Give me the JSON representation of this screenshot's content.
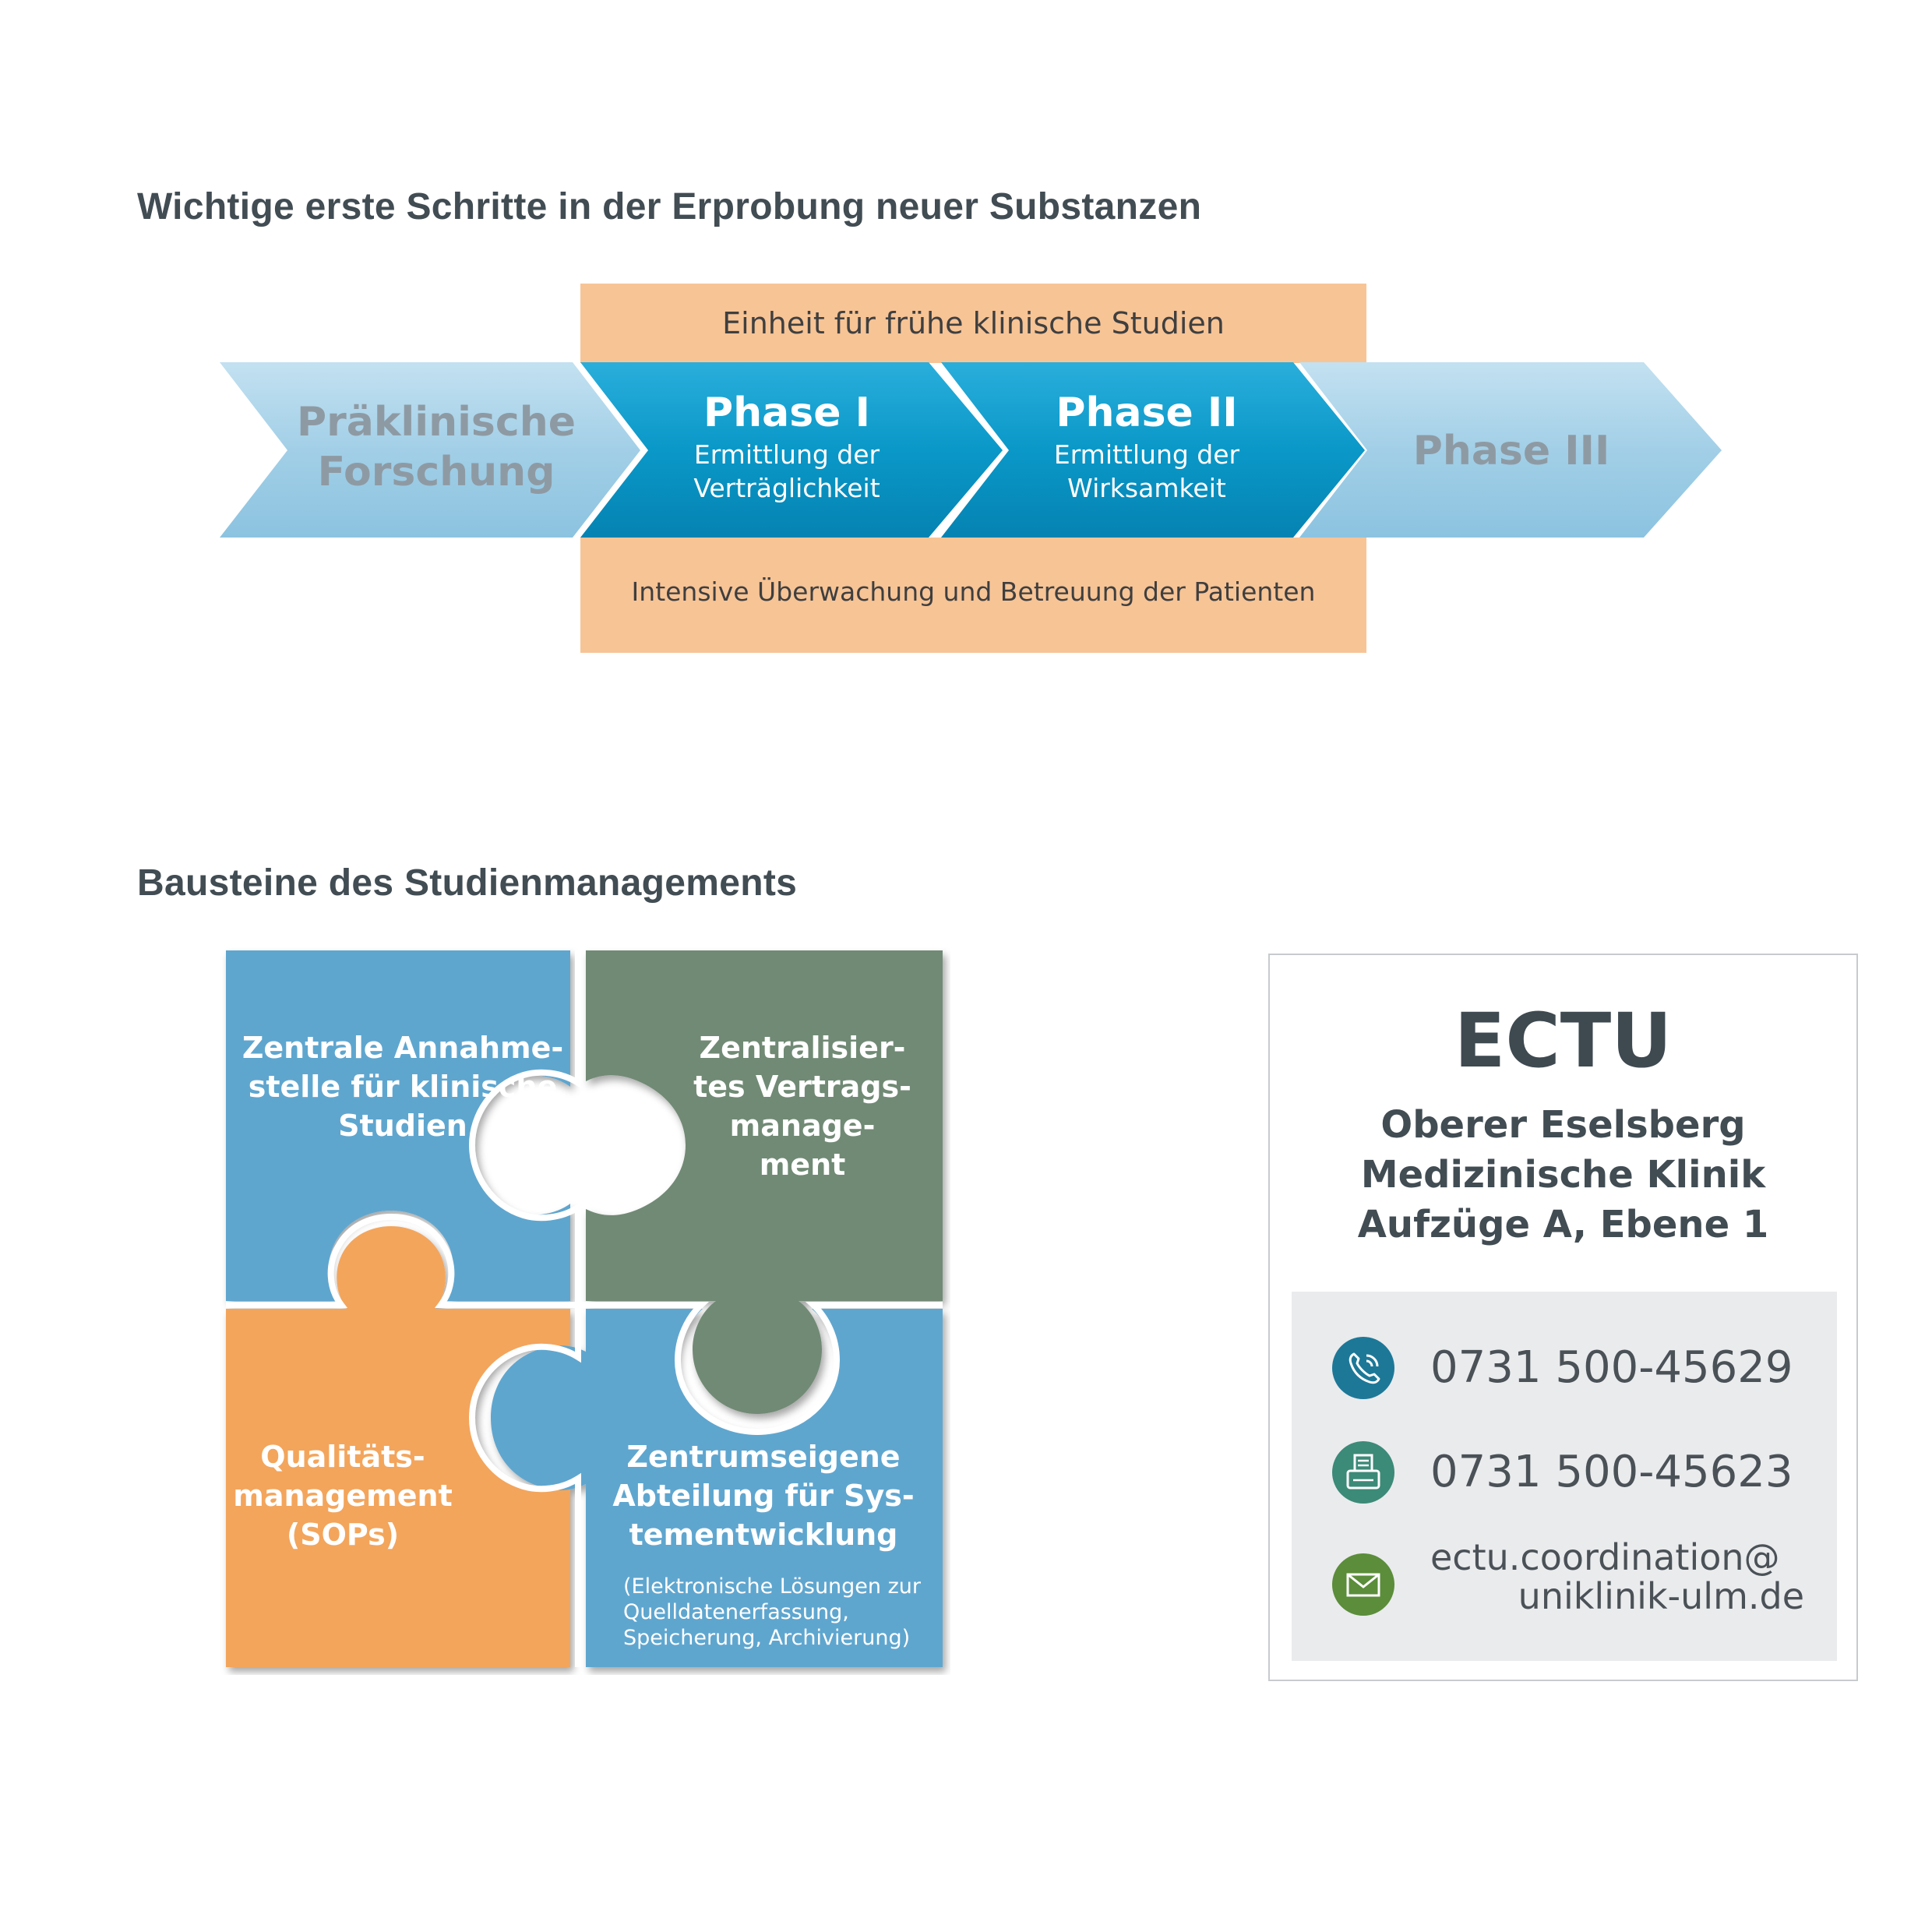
{
  "section1": {
    "title": "Wichtige erste Schritte in der Erprobung neuer Substanzen",
    "unit_label": "Einheit für frühe klinische Studien",
    "monitoring_label": "Intensive Überwachung und Betreuung der Patienten",
    "steps": [
      {
        "title_line1": "Präklinische",
        "title_line2": "Forschung"
      },
      {
        "title": "Phase I",
        "sub_line1": "Ermittlung der",
        "sub_line2": "Verträglichkeit"
      },
      {
        "title": "Phase II",
        "sub_line1": "Ermittlung der",
        "sub_line2": "Wirksamkeit"
      },
      {
        "title": "Phase III"
      }
    ]
  },
  "section2": {
    "title": "Bausteine des Studienmanagements",
    "pieces": [
      {
        "line1": "Zentrale Annahme-",
        "line2": "stelle für klinische",
        "line3": "Studien",
        "color": "#5fa6cf"
      },
      {
        "line1": "Zentralisier-",
        "line2": "tes Vertrags-",
        "line3": "manage-",
        "line4": "ment",
        "color": "#718a74"
      },
      {
        "line1": "Qualitäts-",
        "line2": "management",
        "line3": "(SOPs)",
        "color": "#f3a55b"
      },
      {
        "line1": "Zentrumseigene",
        "line2": "Abteilung für Sys-",
        "line3": "tementwicklung",
        "note1": "(Elektronische Lösungen zur",
        "note2": "Quelldatenerfassung,",
        "note3": "Speicherung, Archivierung)",
        "color": "#5fa6cf"
      }
    ]
  },
  "contact": {
    "title": "ECTU",
    "address_line1": "Oberer Eselsberg",
    "address_line2": "Medizinische Klinik",
    "address_line3": "Aufzüge A, Ebene 1",
    "phone": "0731 500-45629",
    "fax": "0731 500-45623",
    "email_line1": "ectu.coordination@",
    "email_line2": "uniklinik-ulm.de",
    "icons": [
      "phone-icon",
      "fax-icon",
      "mail-icon"
    ],
    "icon_colors": {
      "phone": "#1d7898",
      "fax": "#3c8a78",
      "mail": "#5b8d3a"
    }
  },
  "colors": {
    "light_arrow": "#a4cfe6",
    "dark_arrow": "#0b97c7",
    "orange_band": "#f7c496"
  }
}
